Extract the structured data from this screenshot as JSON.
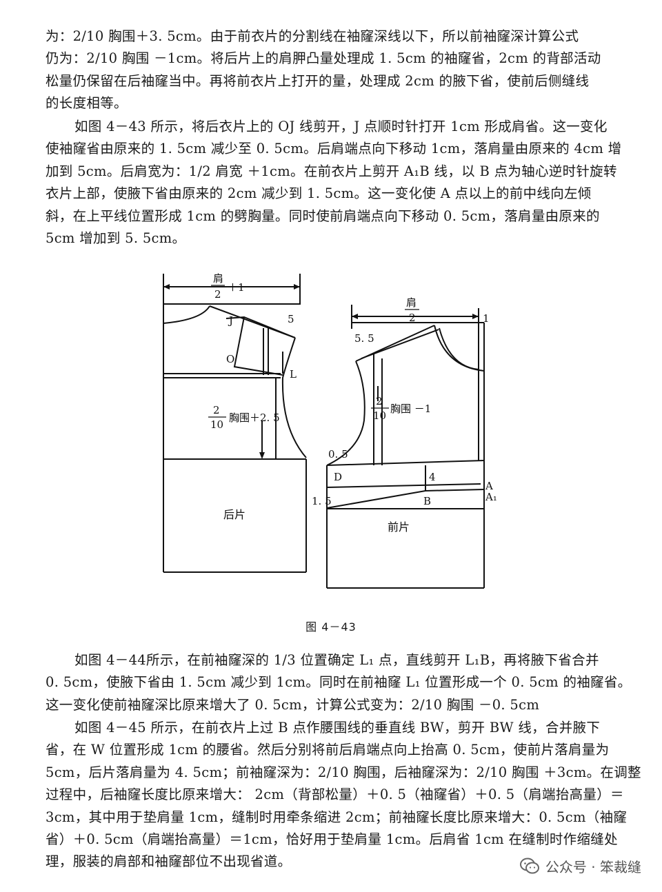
{
  "paragraph1": [
    "为：2/10 胸围＋3. 5cm。由于前衣片的分割线在袖窿深线以下，所以前袖窿深计算公式",
    "仍为：2/10 胸围 －1cm。将后片上的肩胛凸量处理成 1. 5cm 的袖窿省，2cm 的背部活动",
    "松量仍保留在后袖窿当中。再将前衣片上打开的量，处理成 2cm 的腋下省，使前后侧缝线",
    "的长度相等。"
  ],
  "paragraph2": [
    "如图 4－43 所示，将后衣片上的 OJ 线剪开，J 点顺时针打开 1cm 形成肩省。这一变化",
    "使袖窿省由原来的 1. 5cm 减少至 0. 5cm。后肩端点向下移动 1cm，落肩量由原来的 4cm 增",
    "加到 5cm。后肩宽为：1/2 肩宽 ＋1cm。在前衣片上剪开 A₁B 线，以 B 点为轴心逆时针旋转",
    "衣片上部，使腋下省由原来的 2cm 减少到 1. 5cm。这一变化使 A 点以上的前中线向左倾",
    "斜，在上平线位置形成 1cm 的劈胸量。同时使前肩端点向下移动 0. 5cm，落肩量由原来的",
    "5cm 增加到 5. 5cm。"
  ],
  "figure": {
    "back_top_num": "肩",
    "back_top_den": "2",
    "back_top_suffix": "＋1",
    "label_J": "J",
    "label_5": "5",
    "label_O": "O",
    "label_L": "L",
    "back_mid_num": "2",
    "back_mid_den": "10",
    "back_mid_suffix": "胸围＋2. 5",
    "back_piece": "后片",
    "front_top_num": "肩",
    "front_top_den": "2",
    "label_1": "1",
    "label_55": "5. 5",
    "front_mid_num": "2",
    "front_mid_den": "10",
    "front_mid_suffix": "胸围 －1",
    "label_05": "0. 5",
    "label_D": "D",
    "label_4": "4",
    "label_A": "A",
    "label_A1": "A₁",
    "label_15": "1. 5",
    "label_B": "B",
    "front_piece": "前片"
  },
  "caption": "图 4－43",
  "paragraph3": [
    "如图 4－44所示，在前袖窿深的 1/3 位置确定 L₁ 点，直线剪开 L₁B，再将腋下省合并",
    "0. 5cm，使腋下省由 1. 5cm 减少到 1cm。同时在前袖窿 L₁ 位置形成一个 0. 5cm 的袖窿省。",
    "这一变化使前袖窿深比原来增大了 0. 5cm，计算公式变为：2/10 胸围 －0. 5cm"
  ],
  "paragraph4": [
    "如图 4－45 所示，在前衣片上过 B 点作腰围线的垂直线 BW，剪开 BW 线，合并腋下",
    "省，在 W 位置形成 1cm 的腰省。然后分别将前后肩端点向上抬高 0. 5cm，使前片落肩量为",
    "5cm，后片落肩量为 4. 5cm；前袖窿深为：2/10 胸围，后袖窿深为：2/10 胸围 ＋3cm。在调整",
    "过程中，后袖窿长度比原来增大：  2cm（背部松量）＋0. 5（袖窿省）＋0. 5（肩端抬高量）＝",
    "3cm，其中用于垫肩量 1cm，缝制时用牵条缩进 2cm；前袖窿长度比原来增大：0. 5cm（袖窿",
    "省）＋0. 5cm（肩端抬高量）＝1cm，恰好用于垫肩量 1cm。后肩省 1cm 在缝制时作缩缝处",
    "理，服装的肩部和袖窿部位不出现省道。"
  ],
  "watermark": {
    "text": "公众号 · 笨裁缝",
    "icon": "wechat-icon"
  }
}
